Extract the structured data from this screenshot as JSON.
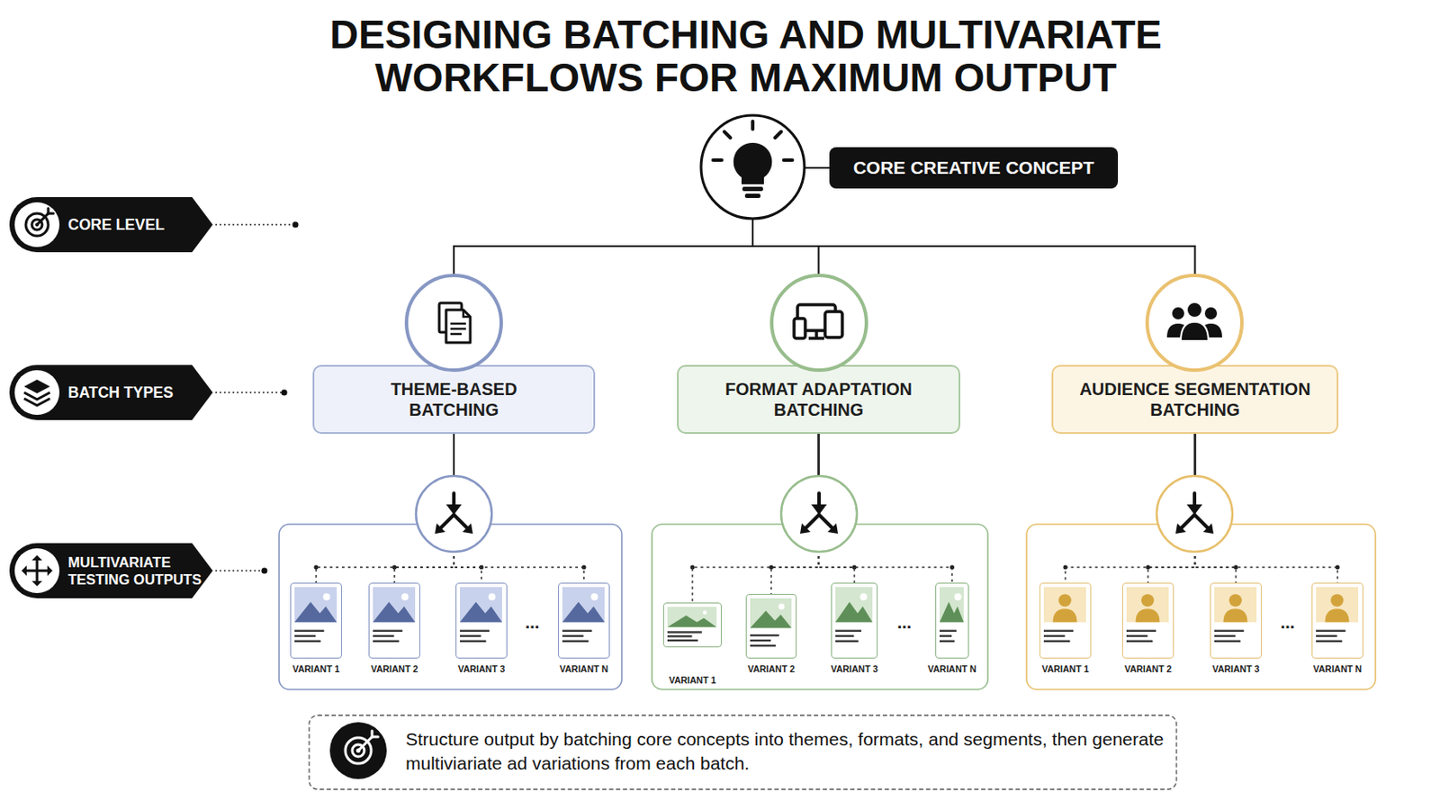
{
  "diagram": {
    "title": "DESIGNING BATCHING AND MULTIVARIATE WORKFLOWS FOR MAXIMUM OUTPUT",
    "caption": "Structure output by batching core concepts into themes, formats, and segments, then generate multiviariate ad variations from each batch.",
    "nodes": [
      {
        "text": [
          "CORE CREATIVE CONCEPT"
        ]
      },
      {
        "text": [
          "CORE LEVEL"
        ]
      },
      {
        "text": [
          "BATCH TYPES"
        ]
      },
      {
        "text": [
          "THEME-BASED BATCHING"
        ]
      },
      {
        "text": [
          "FORMAT ADAPTATION BATCHING"
        ]
      },
      {
        "text": [
          "AUDIENCE SEGMENTATION BATCHING"
        ]
      },
      {
        "text": [
          "MULTIVARIATE TESTING OUTPUTS"
        ]
      },
      {
        "text": [
          "VARIANT 1"
        ]
      },
      {
        "text": [
          "VARIANT 2"
        ]
      },
      {
        "text": [
          "VARIANT 3"
        ]
      },
      {
        "text": [
          "VARIANT N"
        ]
      },
      {
        "text": [
          "VARIANT 1"
        ]
      },
      {
        "text": [
          "VARIANT 2"
        ]
      },
      {
        "text": [
          "VARIANT 3"
        ]
      },
      {
        "text": [
          "VARIANT N"
        ]
      },
      {
        "text": [
          "VARIANT 1"
        ]
      },
      {
        "text": [
          "VARIANT 2"
        ]
      },
      {
        "text": [
          "VARIANT 3"
        ]
      },
      {
        "text": [
          "VARIANT N"
        ]
      }
    ],
    "edges": [
      {
        "from": 0,
        "to": 3,
        "arrow": "none"
      },
      {
        "from": 0,
        "to": 4,
        "arrow": "none"
      },
      {
        "from": 0,
        "to": 5,
        "arrow": "none"
      },
      {
        "from": 3,
        "to": 7,
        "arrow": "none"
      },
      {
        "from": 3,
        "to": 8,
        "arrow": "none"
      },
      {
        "from": 3,
        "to": 9,
        "arrow": "none"
      },
      {
        "from": 3,
        "to": 10,
        "arrow": "none"
      },
      {
        "from": 4,
        "to": 11,
        "arrow": "none"
      },
      {
        "from": 4,
        "to": 12,
        "arrow": "none"
      },
      {
        "from": 4,
        "to": 13,
        "arrow": "none"
      },
      {
        "from": 4,
        "to": 14,
        "arrow": "none"
      },
      {
        "from": 5,
        "to": 15,
        "arrow": "none"
      },
      {
        "from": 5,
        "to": 16,
        "arrow": "none"
      },
      {
        "from": 5,
        "to": 17,
        "arrow": "none"
      },
      {
        "from": 5,
        "to": 18,
        "arrow": "none"
      }
    ],
    "labels": [
      "...",
      "...",
      "..."
    ]
  }
}
